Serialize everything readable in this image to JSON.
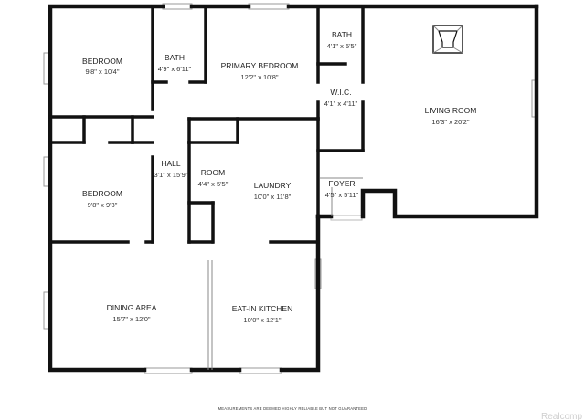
{
  "rooms": {
    "bedroom_1": {
      "name": "BEDROOM",
      "dims": "9'8\" x 10'4\""
    },
    "bath_1": {
      "name": "BATH",
      "dims": "4'9\" x 6'11\""
    },
    "primary_bedroom": {
      "name": "PRIMARY BEDROOM",
      "dims": "12'2\" x 10'8\""
    },
    "bath_2": {
      "name": "BATH",
      "dims": "4'1\" x 5'5\""
    },
    "wic": {
      "name": "W.I.C.",
      "dims": "4'1\" x 4'11\""
    },
    "living_room": {
      "name": "LIVING ROOM",
      "dims": "16'3\" x 20'2\""
    },
    "bedroom_2": {
      "name": "BEDROOM",
      "dims": "9'8\" x 9'3\""
    },
    "hall": {
      "name": "HALL",
      "dims": "3'1\" x 15'9\""
    },
    "room": {
      "name": "ROOM",
      "dims": "4'4\" x 5'5\""
    },
    "laundry": {
      "name": "LAUNDRY",
      "dims": "10'0\" x 11'8\""
    },
    "foyer": {
      "name": "FOYER",
      "dims": "4'5\" x 5'11\""
    },
    "dining_area": {
      "name": "DINING AREA",
      "dims": "15'7\" x 12'0\""
    },
    "eat_in_kitchen": {
      "name": "EAT-IN KITCHEN",
      "dims": "10'0\" x 12'1\""
    }
  },
  "disclaimer": "MEASUREMENTS ARE DEEMED HIGHLY RELIABLE BUT NOT GUARANTEED",
  "brand": "Realcomp"
}
